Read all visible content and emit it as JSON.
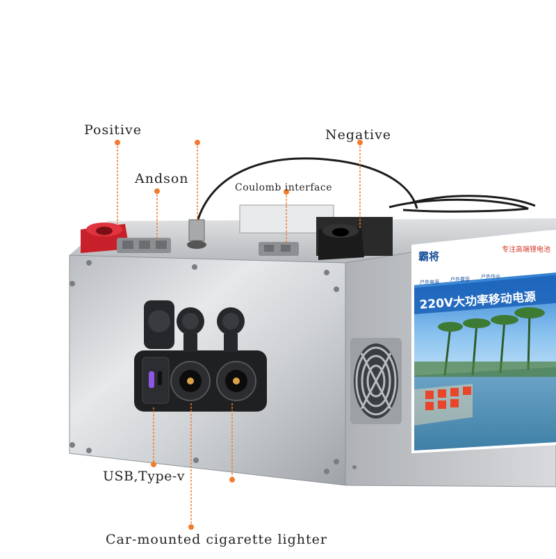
{
  "callouts": {
    "positive": "Positive",
    "andson": "Andson",
    "negative": "Negative",
    "coulomb": "Coulomb interface",
    "usb": "USB,Type-v",
    "car_lighter": "Car-mounted cigarette lighter"
  },
  "side_panel": {
    "brand": "霸将",
    "slogan": "专注高端锂电池",
    "headline": "220V大功率移动电源",
    "tag_left": "户外电源",
    "tag_mid": "户外露营",
    "tag_right": "户外作业"
  },
  "colors": {
    "accent": "#f07c2e",
    "red_terminal": "#c8202a",
    "steel": "#c9ccd0",
    "panel_blue": "#3a7ec9"
  },
  "icons": [
    "positive-terminal-icon",
    "negative-terminal-icon",
    "fan-grille-icon",
    "usb-port-icon",
    "cigarette-socket-icon"
  ]
}
